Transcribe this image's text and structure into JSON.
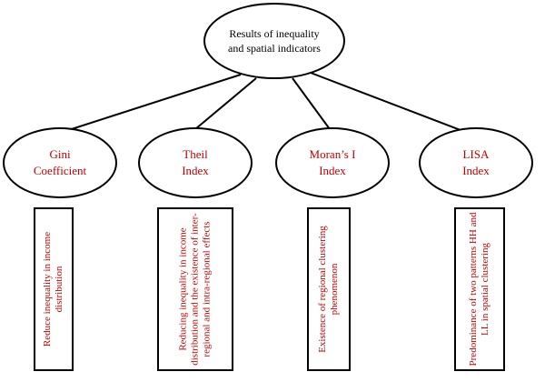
{
  "root": {
    "line1": "Results of inequality",
    "line2": "and spatial indicators"
  },
  "indicators": [
    {
      "name_line1": "Gini",
      "name_line2": "Coefficient",
      "result": "Reduce inequality in income distribution"
    },
    {
      "name_line1": "Theil",
      "name_line2": "Index",
      "result": "Reducing inequality in income distribution and the existence of inter-regional and intra-regional effects"
    },
    {
      "name_line1": "Moran’s I",
      "name_line2": "Index",
      "result": "Existence of regional clustering phenomenon"
    },
    {
      "name_line1": "LISA",
      "name_line2": "Index",
      "result": "Predominance of two patterns HH and LL in spatial clustering"
    }
  ],
  "colors": {
    "text_red": "#c00000",
    "line": "#000000"
  }
}
